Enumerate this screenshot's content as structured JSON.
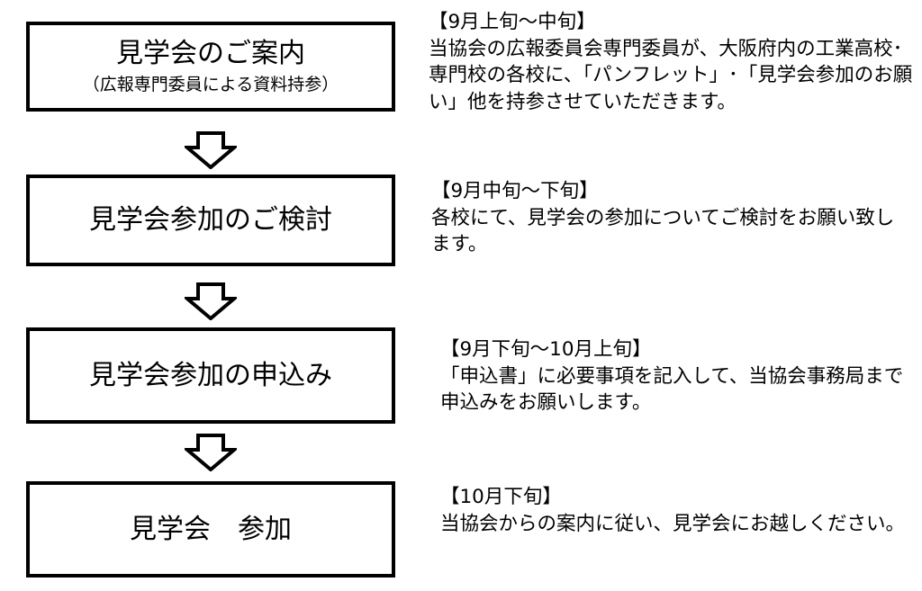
{
  "steps": [
    {
      "title": "見学会のご案内",
      "subtitle": "（広報専門委員による資料持参）",
      "period": "【9月上旬～中旬】",
      "description": "当協会の広報委員会専門委員が、大阪府内の工業高校･専門校の各校に、「パンフレット」･「見学会参加のお願い」他を持参させていただきます。"
    },
    {
      "title": "見学会参加のご検討",
      "period": "【9月中旬～下旬】",
      "description": "各校にて、見学会の参加についてご検討をお願い致します。"
    },
    {
      "title": "見学会参加の申込み",
      "period": "【9月下旬～10月上旬】",
      "description": "「申込書」に必要事項を記入して、当協会事務局まで申込みをお願いします。"
    },
    {
      "title": "見学会　参加",
      "period": "【10月下旬】",
      "description": "当協会からの案内に従い、見学会にお越しください。"
    }
  ]
}
